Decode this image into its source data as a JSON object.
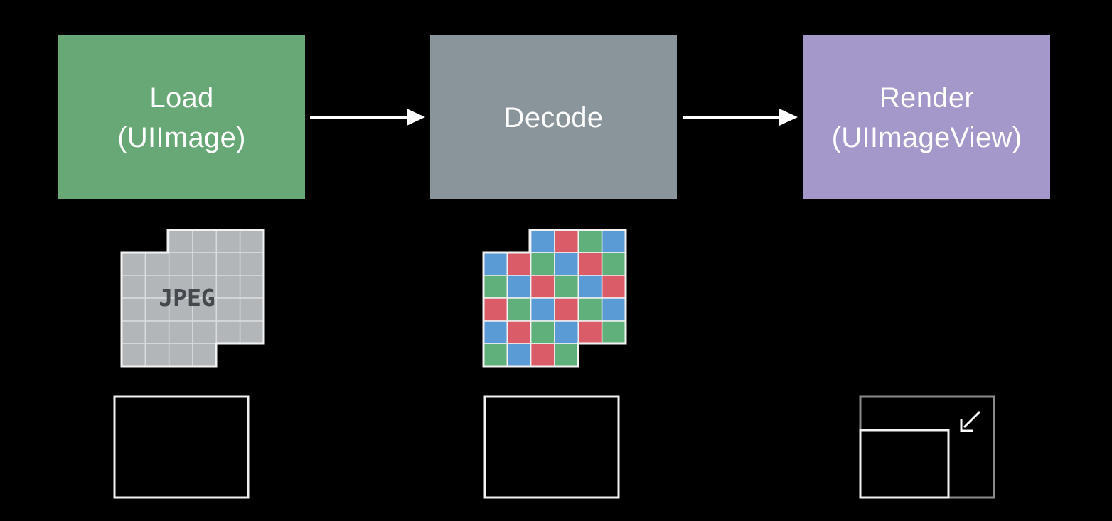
{
  "steps": [
    {
      "id": "load",
      "lines": [
        "Load",
        "(UIImage)"
      ],
      "color": "#67a876"
    },
    {
      "id": "decode",
      "lines": [
        "Decode"
      ],
      "color": "#8a949b"
    },
    {
      "id": "render",
      "lines": [
        "Render",
        "(UIImageView)"
      ],
      "color": "#a497c9"
    }
  ],
  "arrows": [
    "arrow-right",
    "arrow-right"
  ],
  "jpeg_graphic": {
    "label": "JPEG",
    "fill": "#b3b6b9",
    "grid_color": "#d9dbdd",
    "outline": "#f2f2f2",
    "label_color": "#45484c"
  },
  "pixel_graphic": {
    "colors": {
      "red": "#d95c68",
      "green": "#5fb07a",
      "blue": "#5a9bd6"
    },
    "outline": "#f2f2f2"
  },
  "frames": {
    "outline": "#f2f2f2",
    "render_outer_outline": "#8a8a8a",
    "render_arrow": "arrow-down-left-icon"
  }
}
